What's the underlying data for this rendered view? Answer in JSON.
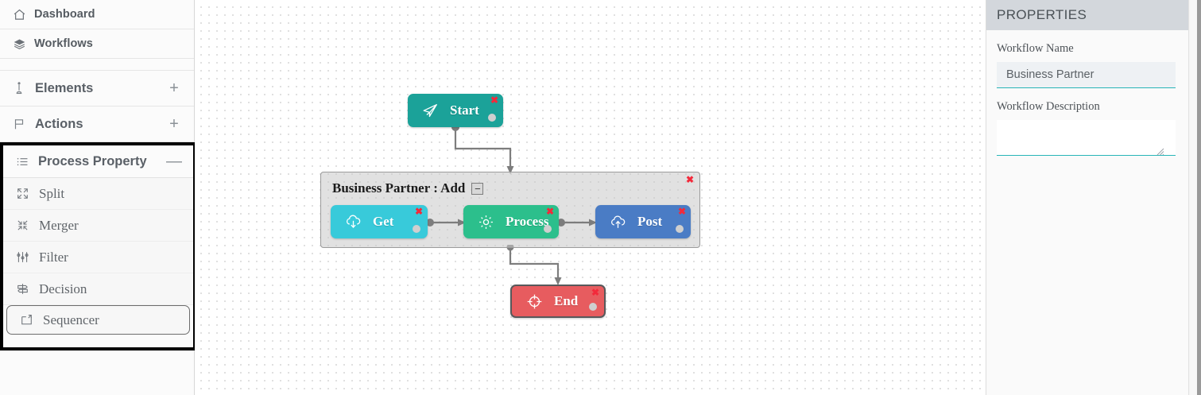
{
  "sidebar": {
    "nav": [
      {
        "label": "Dashboard",
        "icon": "home-icon"
      },
      {
        "label": "Workflows",
        "icon": "layers-icon"
      }
    ],
    "sections": [
      {
        "label": "Elements",
        "icon": "marker-icon",
        "toggle": "+"
      },
      {
        "label": "Actions",
        "icon": "flag-icon",
        "toggle": "+"
      }
    ],
    "process_property": {
      "label": "Process Property",
      "icon": "list-icon",
      "toggle": "—",
      "items": [
        {
          "label": "Split",
          "icon": "expand-arrows-icon"
        },
        {
          "label": "Merger",
          "icon": "collapse-arrows-icon"
        },
        {
          "label": "Filter",
          "icon": "sliders-icon"
        },
        {
          "label": "Decision",
          "icon": "signpost-icon"
        },
        {
          "label": "Sequencer",
          "icon": "sequencer-icon",
          "selected": true
        }
      ]
    }
  },
  "canvas": {
    "group": {
      "title": "Business Partner : Add",
      "collapse_label": "−",
      "close_label": "✖"
    },
    "nodes": [
      {
        "id": "start",
        "label": "Start",
        "icon": "paper-plane-icon",
        "color": "#1ba299",
        "close_label": "✖"
      },
      {
        "id": "get",
        "label": "Get",
        "icon": "cloud-download-icon",
        "color": "#38cada",
        "close_label": "✖"
      },
      {
        "id": "process",
        "label": "Process",
        "icon": "gear-icon",
        "color": "#2cbf8c",
        "close_label": "✖"
      },
      {
        "id": "post",
        "label": "Post",
        "icon": "cloud-upload-icon",
        "color": "#4a7cc5",
        "close_label": "✖"
      },
      {
        "id": "end",
        "label": "End",
        "icon": "crosshair-icon",
        "color": "#e75c5f",
        "close_label": "✖"
      }
    ]
  },
  "properties": {
    "header": "PROPERTIES",
    "workflow_name": {
      "label": "Workflow Name",
      "value": "Business Partner",
      "placeholder": ""
    },
    "workflow_description": {
      "label": "Workflow Description",
      "value": "",
      "placeholder": ""
    },
    "accent_color": "#28b5b8"
  }
}
